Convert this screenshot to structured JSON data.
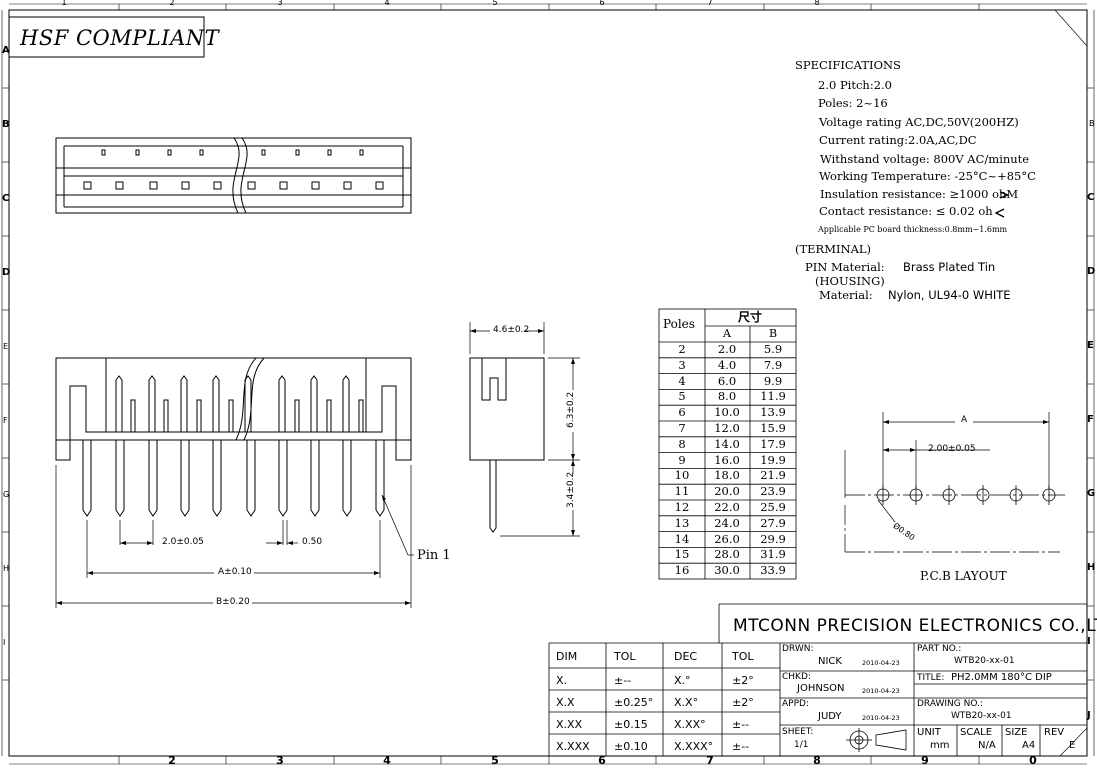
{
  "frame": {
    "top_numbers": [
      "1",
      "2",
      "3",
      "4",
      "5",
      "6",
      "7",
      "8"
    ],
    "bottom_numbers": [
      "2",
      "3",
      "4",
      "5",
      "6",
      "7",
      "8",
      "9",
      "0"
    ],
    "left_letters": [
      "A",
      "B",
      "C",
      "D",
      "E",
      "F",
      "G",
      "H",
      "I"
    ],
    "right_letters": [
      "B",
      "C",
      "D",
      "E",
      "F",
      "G",
      "H",
      "I",
      "J"
    ]
  },
  "header": {
    "compliance": "HSF COMPLIANT"
  },
  "specifications": {
    "title": "SPECIFICATIONS",
    "lines": [
      "2.0  Pitch:2.0",
      "Poles: 2~16",
      "Voltage rating  AC,DC,50V(200HZ)",
      "Current rating:2.0A,AC,DC",
      "Withstand voltage: 800V AC/minute",
      "Working Temperature: -25°C~+85°C",
      "Insulation resistance: ≥1000 ohM",
      "Contact resistance: ≤ 0.02 oh",
      "Applicable PC board thickness:0.8mm~1.6mm"
    ],
    "terminal_heading": "(TERMINAL)",
    "pin_material_label": "PIN Material:",
    "pin_material_value": "Brass Plated Tin",
    "housing_heading": "(HOUSING)",
    "housing_material_label": "Material:",
    "housing_material_value": "Nylon, UL94-0 WHITE"
  },
  "dimensions": {
    "width_top": "4.6±0.2",
    "height_upper": "6.3±0.2",
    "height_lower": "3.4±0.2",
    "pitch_front": "2.0±0.05",
    "pin_width": "0.50",
    "dim_a": "A±0.10",
    "dim_b": "B±0.20",
    "pin1": "Pin 1"
  },
  "pcb_layout": {
    "title": "P.C.B LAYOUT",
    "dim_a": "A",
    "pitch": "2.00±0.05",
    "hole": "Ø0.80"
  },
  "pole_table": {
    "header_poles": "Poles",
    "header_size": "尺寸",
    "col_a": "A",
    "col_b": "B",
    "rows": [
      [
        "2",
        "2.0",
        "5.9"
      ],
      [
        "3",
        "4.0",
        "7.9"
      ],
      [
        "4",
        "6.0",
        "9.9"
      ],
      [
        "5",
        "8.0",
        "11.9"
      ],
      [
        "6",
        "10.0",
        "13.9"
      ],
      [
        "7",
        "12.0",
        "15.9"
      ],
      [
        "8",
        "14.0",
        "17.9"
      ],
      [
        "9",
        "16.0",
        "19.9"
      ],
      [
        "10",
        "18.0",
        "21.9"
      ],
      [
        "11",
        "20.0",
        "23.9"
      ],
      [
        "12",
        "22.0",
        "25.9"
      ],
      [
        "13",
        "24.0",
        "27.9"
      ],
      [
        "14",
        "26.0",
        "29.9"
      ],
      [
        "15",
        "28.0",
        "31.9"
      ],
      [
        "16",
        "30.0",
        "33.9"
      ]
    ]
  },
  "tolerance_table": {
    "headers": [
      "DIM",
      "TOL",
      "DEC",
      "TOL"
    ],
    "rows": [
      [
        "X.",
        "±--",
        "X.°",
        "±2°"
      ],
      [
        "X.X",
        "±0.25°",
        "X.X°",
        "±2°"
      ],
      [
        "X.XX",
        "±0.15",
        "X.XX°",
        "±--"
      ],
      [
        "X.XXX",
        "±0.10",
        "X.XXX°",
        "±--"
      ]
    ]
  },
  "title_block": {
    "company": "MTCONN PRECISION ELECTRONICS CO.,LTD",
    "drawn_label": "DRWN:",
    "drawn_name": "NICK",
    "drawn_date": "2010-04-23",
    "checked_label": "CHKD:",
    "checked_name": "JOHNSON",
    "checked_date": "2010-04-23",
    "approved_label": "APPD:",
    "approved_name": "JUDY",
    "approved_date": "2010-04-23",
    "sheet_label": "SHEET:",
    "sheet_value": "1/1",
    "part_no_label": "PART NO.:",
    "part_no_value": "WTB20-xx-01",
    "title_label": "TITLE:",
    "title_value": "PH2.0MM 180°C DIP",
    "drawing_no_label": "DRAWING NO.:",
    "drawing_no_value": "WTB20-xx-01",
    "unit_label": "UNIT",
    "unit_value": "mm",
    "scale_label": "SCALE",
    "scale_value": "N/A",
    "size_label": "SIZE",
    "size_value": "A4",
    "rev_label": "REV",
    "rev_value": "E"
  }
}
